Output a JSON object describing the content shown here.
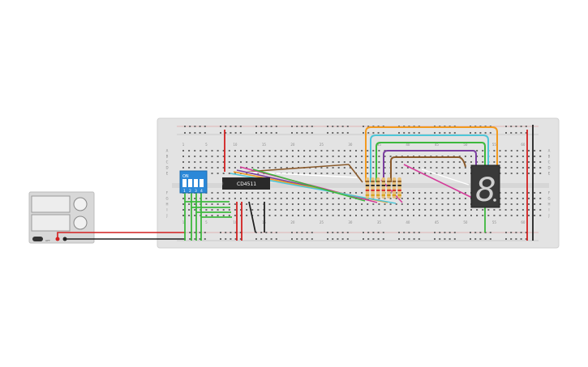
{
  "breadboard": {
    "column_numbers_top": [
      "1",
      "5",
      "10",
      "15",
      "20",
      "25",
      "30",
      "35",
      "40",
      "45",
      "50",
      "55",
      "60"
    ],
    "column_numbers_bottom": [
      "1",
      "5",
      "10",
      "15",
      "20",
      "25",
      "30",
      "35",
      "40",
      "45",
      "50",
      "55",
      "60"
    ],
    "row_letters_top": [
      "A",
      "B",
      "C",
      "D",
      "E"
    ],
    "row_letters_bottom": [
      "F",
      "G",
      "H",
      "I",
      "J"
    ]
  },
  "dip_switch": {
    "label_on": "ON",
    "numbers": [
      "1",
      "2",
      "3",
      "4"
    ]
  },
  "ic": {
    "label": "CD4511"
  },
  "power_supply": {
    "label": "OFF"
  },
  "seven_segment": {
    "digit": "8"
  },
  "colors": {
    "board": "#e3e3e3",
    "wire_green": "#3db83d",
    "wire_orange": "#f29a1f",
    "wire_blue": "#4fc6d8",
    "wire_purple": "#7b3fa0",
    "wire_brown": "#8a5a2b",
    "wire_magenta": "#d43c9a",
    "wire_red": "#d22020",
    "wire_black": "#222222"
  }
}
